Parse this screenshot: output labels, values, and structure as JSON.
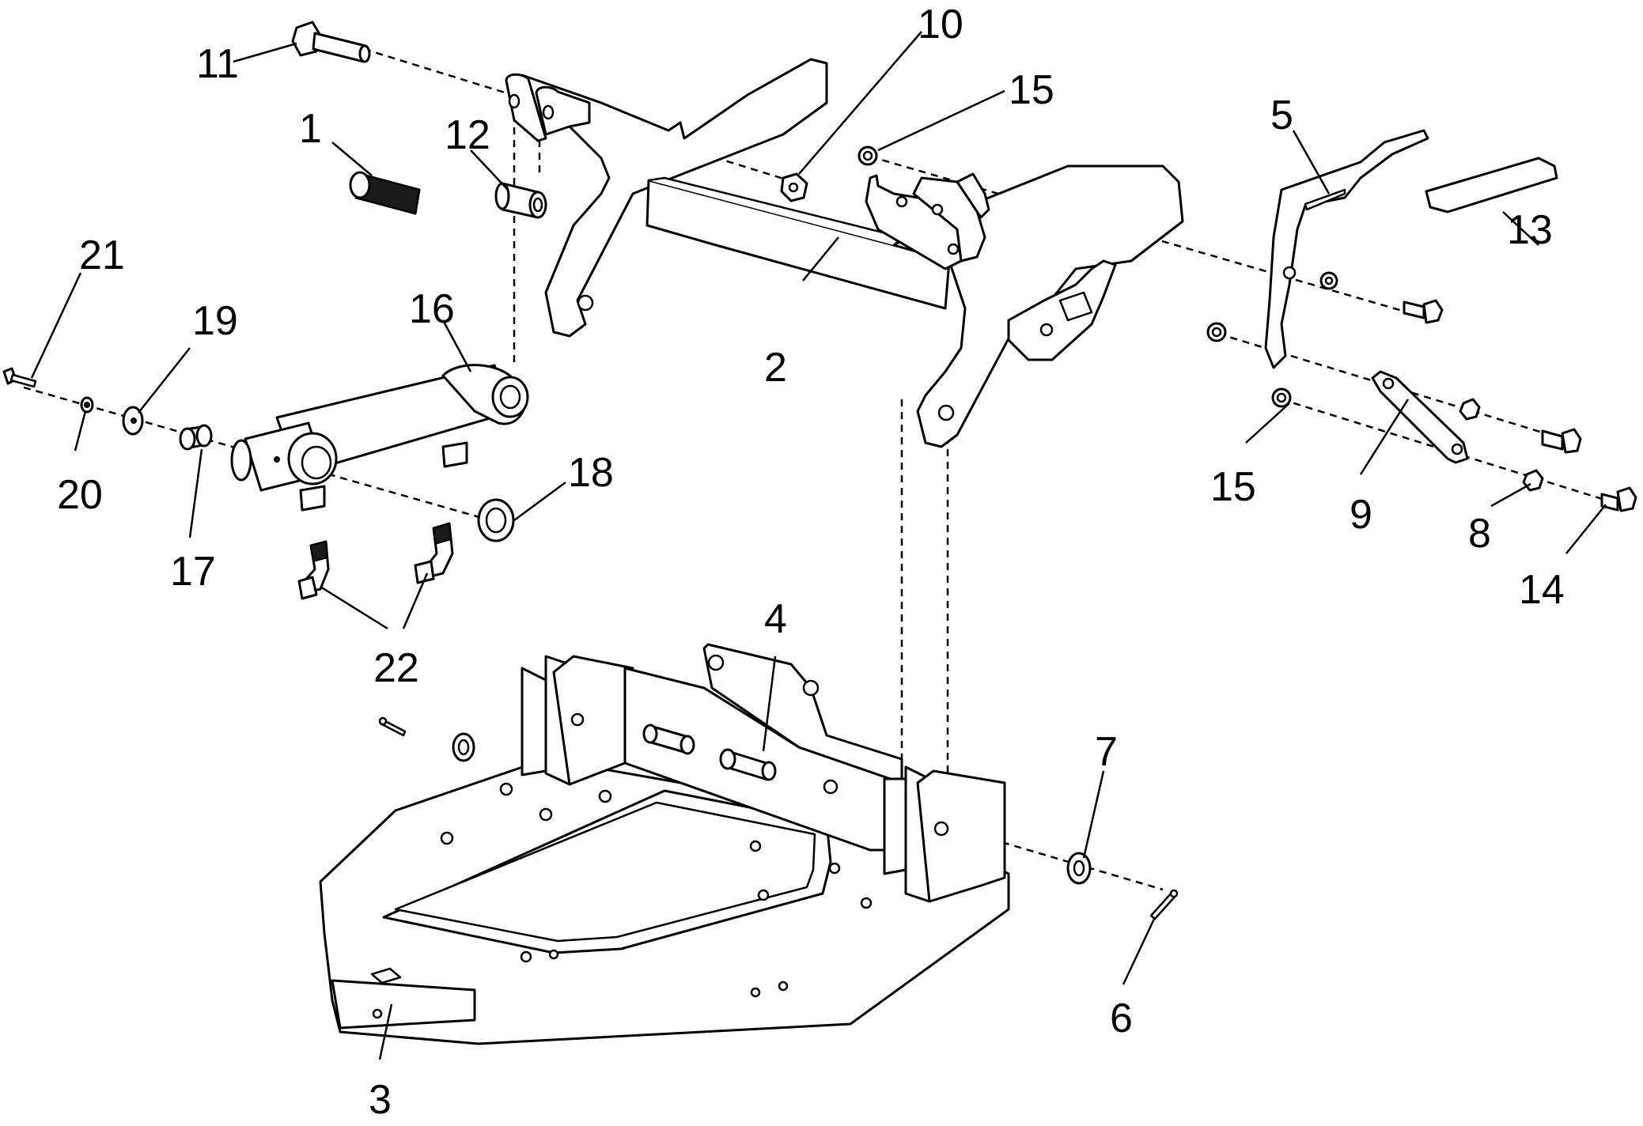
{
  "diagram": {
    "callouts": [
      {
        "id": "c1",
        "label": "1"
      },
      {
        "id": "c2",
        "label": "2"
      },
      {
        "id": "c3",
        "label": "3"
      },
      {
        "id": "c4",
        "label": "4"
      },
      {
        "id": "c5",
        "label": "5"
      },
      {
        "id": "c6",
        "label": "6"
      },
      {
        "id": "c7",
        "label": "7"
      },
      {
        "id": "c8",
        "label": "8"
      },
      {
        "id": "c9",
        "label": "9"
      },
      {
        "id": "c10",
        "label": "10"
      },
      {
        "id": "c11",
        "label": "11"
      },
      {
        "id": "c12",
        "label": "12"
      },
      {
        "id": "c13",
        "label": "13"
      },
      {
        "id": "c14",
        "label": "14"
      },
      {
        "id": "c15a",
        "label": "15"
      },
      {
        "id": "c15b",
        "label": "15"
      },
      {
        "id": "c16",
        "label": "16"
      },
      {
        "id": "c17",
        "label": "17"
      },
      {
        "id": "c18",
        "label": "18"
      },
      {
        "id": "c19",
        "label": "19"
      },
      {
        "id": "c20",
        "label": "20"
      },
      {
        "id": "c21",
        "label": "21"
      },
      {
        "id": "c22",
        "label": "22"
      }
    ]
  }
}
